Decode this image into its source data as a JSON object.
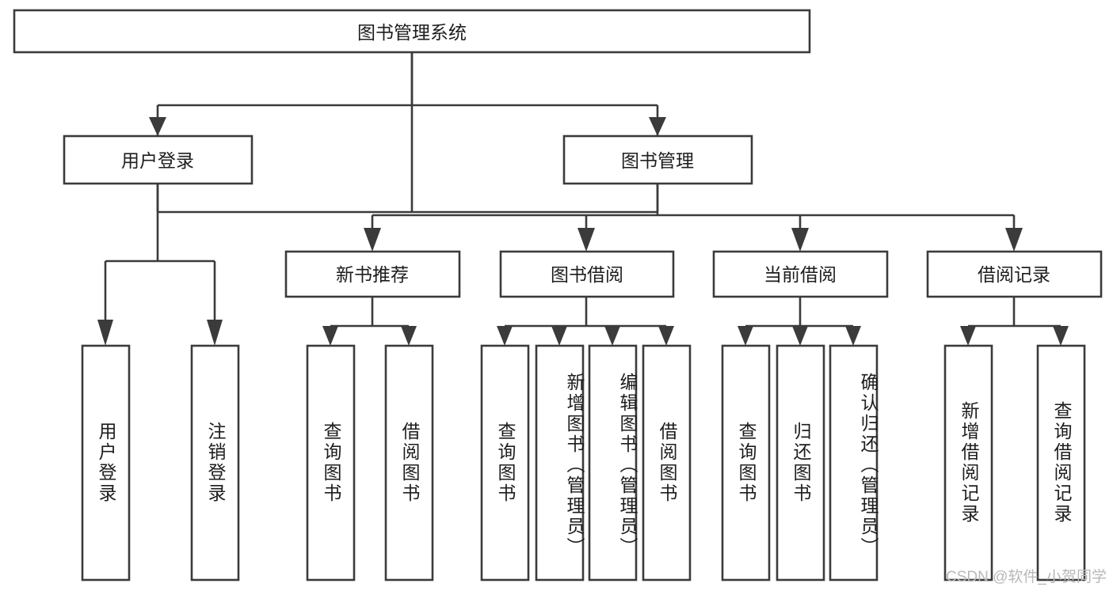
{
  "diagram": {
    "title_node": {
      "id": "root",
      "label": "图书管理系统",
      "orientation": "horizontal"
    },
    "level2": [
      {
        "id": "user-login",
        "label": "用户登录",
        "orientation": "horizontal"
      },
      {
        "id": "book-management",
        "label": "图书管理",
        "orientation": "horizontal"
      }
    ],
    "level3": [
      {
        "id": "new-book-recommend",
        "label": "新书推荐",
        "orientation": "horizontal"
      },
      {
        "id": "book-borrow",
        "label": "图书借阅",
        "orientation": "horizontal"
      },
      {
        "id": "current-borrow",
        "label": "当前借阅",
        "orientation": "horizontal"
      },
      {
        "id": "borrow-record",
        "label": "借阅记录",
        "orientation": "horizontal"
      }
    ],
    "leaves": [
      {
        "id": "leaf-user-login",
        "label": "用户登录",
        "parent": "user-login",
        "orientation": "vertical"
      },
      {
        "id": "leaf-user-logout",
        "label": "注销登录",
        "parent": "user-login",
        "orientation": "vertical"
      },
      {
        "id": "leaf-query-book-1",
        "label": "查询图书",
        "parent": "new-book-recommend",
        "orientation": "vertical"
      },
      {
        "id": "leaf-borrow-book-1",
        "label": "借阅图书",
        "parent": "new-book-recommend",
        "orientation": "vertical"
      },
      {
        "id": "leaf-query-book-2",
        "label": "查询图书",
        "parent": "book-borrow",
        "orientation": "vertical"
      },
      {
        "id": "leaf-add-book",
        "label": "新增图书（管理员）",
        "parent": "book-borrow",
        "orientation": "vertical"
      },
      {
        "id": "leaf-edit-book",
        "label": "编辑图书（管理员）",
        "parent": "book-borrow",
        "orientation": "vertical"
      },
      {
        "id": "leaf-borrow-book-2",
        "label": "借阅图书",
        "parent": "book-borrow",
        "orientation": "vertical"
      },
      {
        "id": "leaf-query-book-3",
        "label": "查询图书",
        "parent": "current-borrow",
        "orientation": "vertical"
      },
      {
        "id": "leaf-return-book",
        "label": "归还图书",
        "parent": "current-borrow",
        "orientation": "vertical"
      },
      {
        "id": "leaf-confirm-return",
        "label": "确认归还（管理员）",
        "parent": "current-borrow",
        "orientation": "vertical"
      },
      {
        "id": "leaf-add-record",
        "label": "新增借阅记录",
        "parent": "borrow-record",
        "orientation": "vertical"
      },
      {
        "id": "leaf-query-record",
        "label": "查询借阅记录",
        "parent": "borrow-record",
        "orientation": "vertical"
      }
    ],
    "watermark": "CSDN @软件_小贺同学",
    "colors": {
      "stroke": "#3b3b3b",
      "fill": "#ffffff",
      "text": "#1d1d1d",
      "watermark": "#b8b8b8"
    }
  }
}
